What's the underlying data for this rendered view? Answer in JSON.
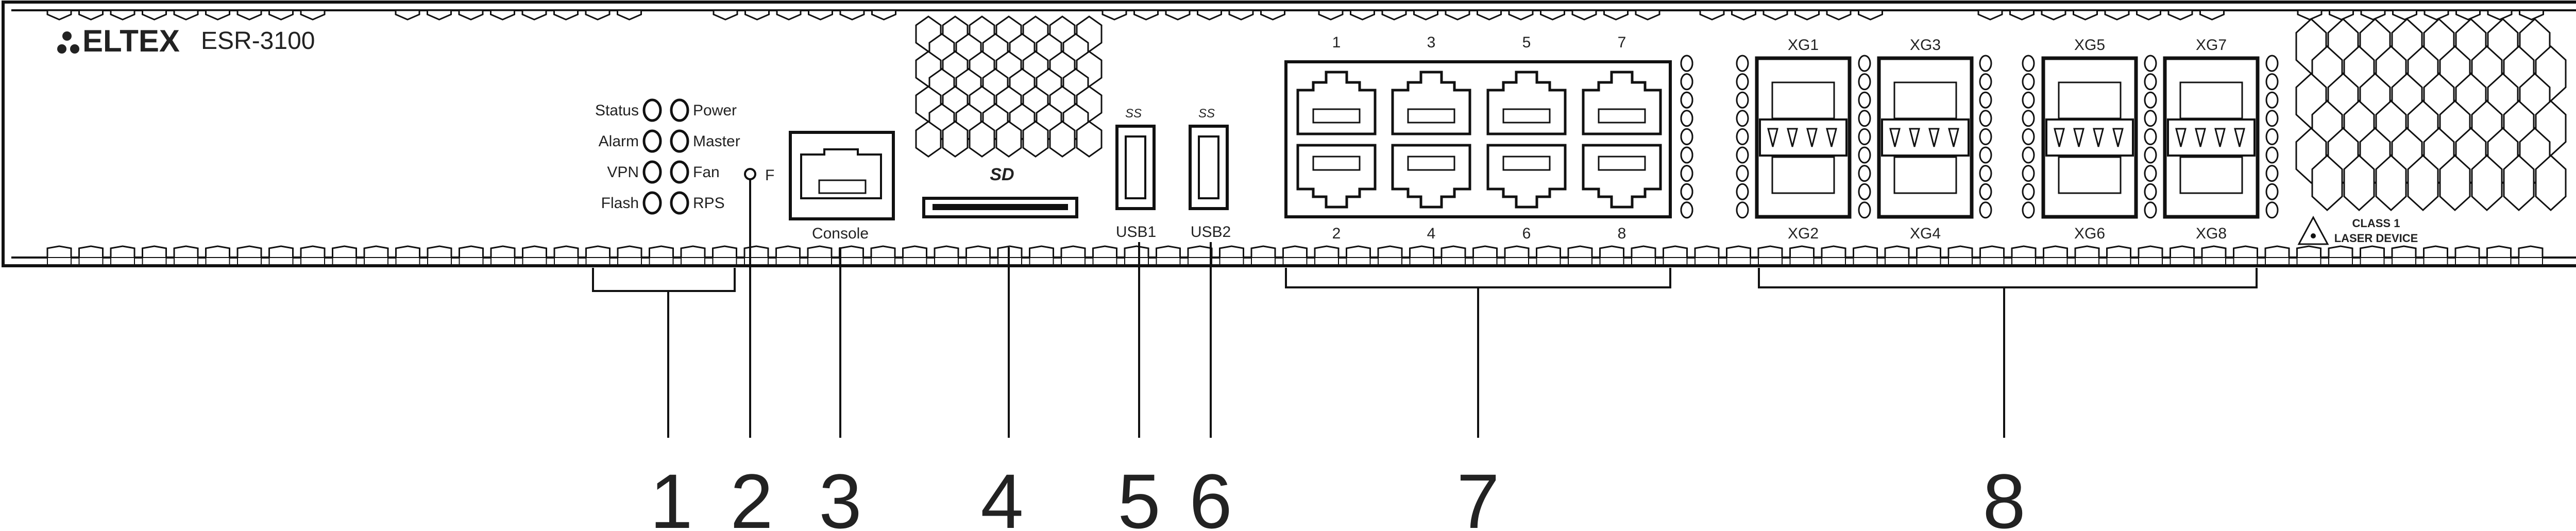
{
  "device": {
    "brand": "ELTEX",
    "model": "ESR-3100"
  },
  "leds": {
    "left": [
      "Status",
      "Alarm",
      "VPN",
      "Flash"
    ],
    "right": [
      "Power",
      "Master",
      "Fan",
      "RPS"
    ],
    "f_label": "F"
  },
  "ports": {
    "console": "Console",
    "usb1": "USB1",
    "usb2": "USB2",
    "usb_logo": "SS",
    "sd_logo": "SD",
    "rj45_top": [
      "1",
      "3",
      "5",
      "7"
    ],
    "rj45_bottom": [
      "2",
      "4",
      "6",
      "8"
    ],
    "sfp_top": [
      "XG1",
      "XG3",
      "XG5",
      "XG7"
    ],
    "sfp_bottom": [
      "XG2",
      "XG4",
      "XG6",
      "XG8"
    ]
  },
  "laser": {
    "line1": "CLASS 1",
    "line2": "LASER DEVICE"
  },
  "callouts": [
    "1",
    "2",
    "3",
    "4",
    "5",
    "6",
    "7",
    "8"
  ]
}
